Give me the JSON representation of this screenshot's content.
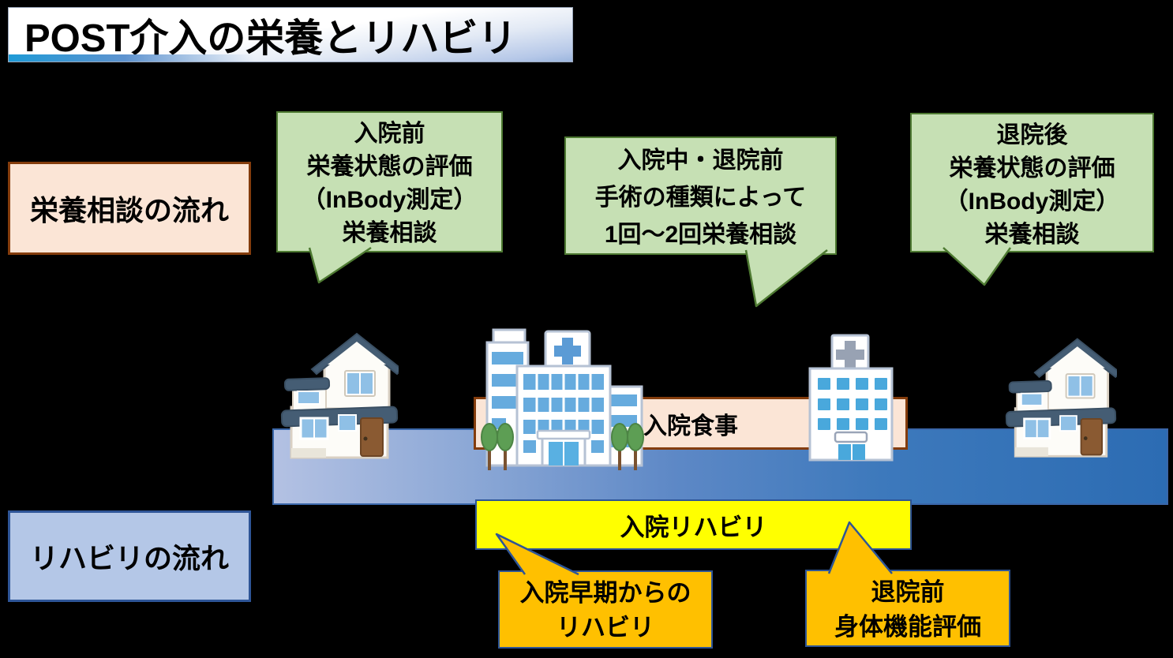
{
  "title": "POST介入の栄養とリハビリ",
  "row_labels": {
    "nutrition": "栄養相談の流れ",
    "rehab": "リハビリの流れ"
  },
  "nutrition_bubbles": [
    {
      "lines": [
        "入院前",
        "栄養状態の評価",
        "（InBody測定）",
        "栄養相談"
      ]
    },
    {
      "lines": [
        "入院中・退院前",
        "手術の種類によって",
        "1回～2回栄養相談"
      ]
    },
    {
      "lines": [
        "退院後",
        "栄養状態の評価",
        "（InBody測定）",
        "栄養相談"
      ]
    }
  ],
  "timeline": {
    "meal_label": "入院食事",
    "rehab_label": "入院リハビリ"
  },
  "rehab_bubbles": [
    {
      "lines": [
        "入院早期からの",
        "リハビリ"
      ]
    },
    {
      "lines": [
        "退院前",
        "身体機能評価"
      ]
    }
  ],
  "icons": {
    "left_house": "home-icon",
    "main_hospital": "hospital-icon",
    "recovery_hospital": "hospital-icon",
    "right_house": "home-icon"
  },
  "colors": {
    "background": "#000000",
    "green_bubble_fill": "#C6E0B4",
    "green_bubble_border": "#4E7A32",
    "peach_fill": "#FBE5D6",
    "peach_border": "#843C0C",
    "blue_label_fill": "#B4C7E7",
    "blue_border": "#2E5597",
    "yellow_fill": "#FFFF00",
    "orange_fill": "#FFC000",
    "band_gradient_left": "#B3C1E3",
    "band_gradient_right": "#2C6CB3"
  }
}
